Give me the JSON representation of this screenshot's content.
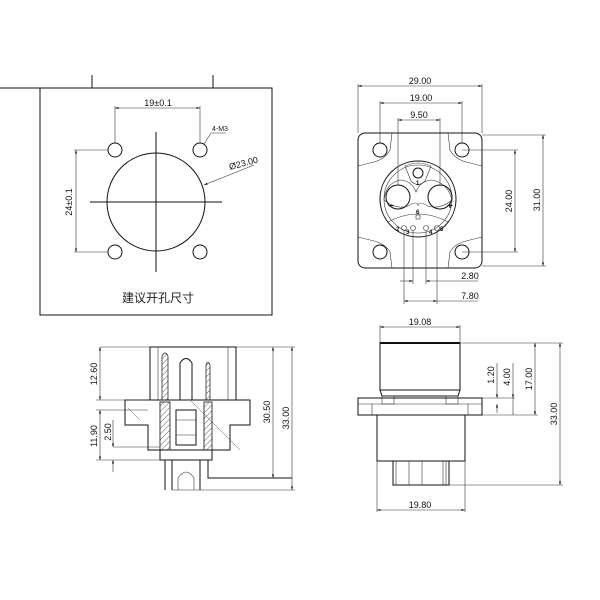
{
  "cutout_view": {
    "caption": "建议开孔尺寸",
    "dim_hole_spacing_x": "19±0.1",
    "dim_hole_spacing_y": "24±0.1",
    "dim_thread": "4-M3",
    "dim_diameter": "Ø23.00"
  },
  "front_view": {
    "dim_width": "29.00",
    "dim_hole_spacing_x": "19.00",
    "dim_power_spacing": "9.50",
    "dim_hole_spacing_y": "24.00",
    "dim_height": "31.00",
    "dim_signal_spacing_small": "2.80",
    "dim_signal_spacing_large": "7.80",
    "pin_labels": [
      "−",
      "+",
      "1",
      "2",
      "3",
      "4",
      "5",
      "6"
    ]
  },
  "section_view": {
    "dim_top": "12.60",
    "dim_lower": "11.90",
    "dim_step": "2.50",
    "dim_body": "30.50",
    "dim_total": "33.00"
  },
  "side_view": {
    "dim_top_width": "19.08",
    "dim_bottom_width": "19.80",
    "dim_flange_a": "1.20",
    "dim_flange_b": "4.00",
    "dim_upper": "17.00",
    "dim_total": "33.00"
  }
}
